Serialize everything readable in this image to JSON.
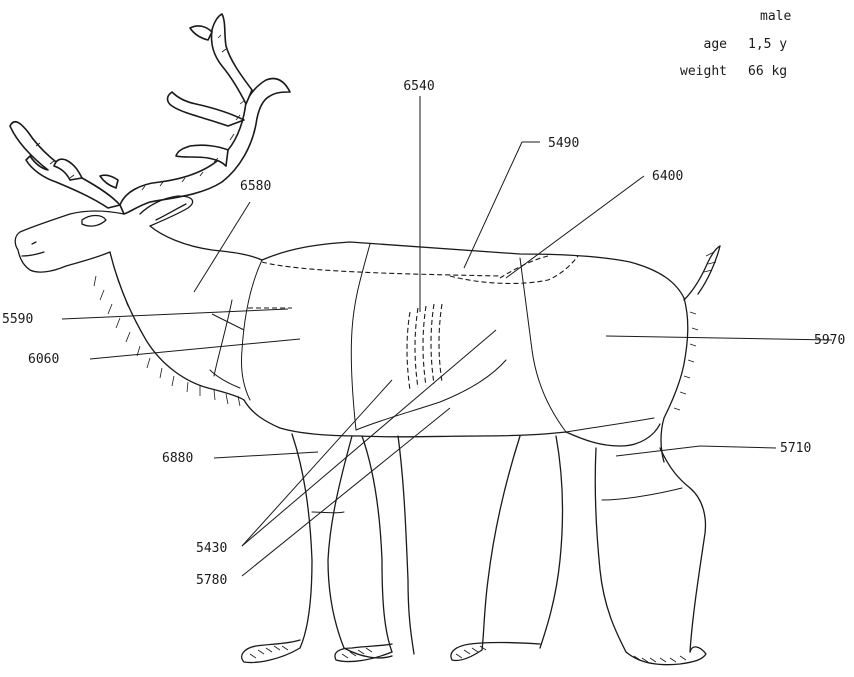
{
  "info": {
    "sex": "male",
    "age_label": "age",
    "age_value": "1,5 y",
    "weight_label": "weight",
    "weight_value": "66 kg"
  },
  "labels": {
    "l6540": "6540",
    "l5490": "5490",
    "l6400": "6400",
    "l6580": "6580",
    "l5590": "5590",
    "l6060": "6060",
    "l5970": "5970",
    "l6880": "6880",
    "l5710": "5710",
    "l5430": "5430",
    "l5780": "5780"
  }
}
